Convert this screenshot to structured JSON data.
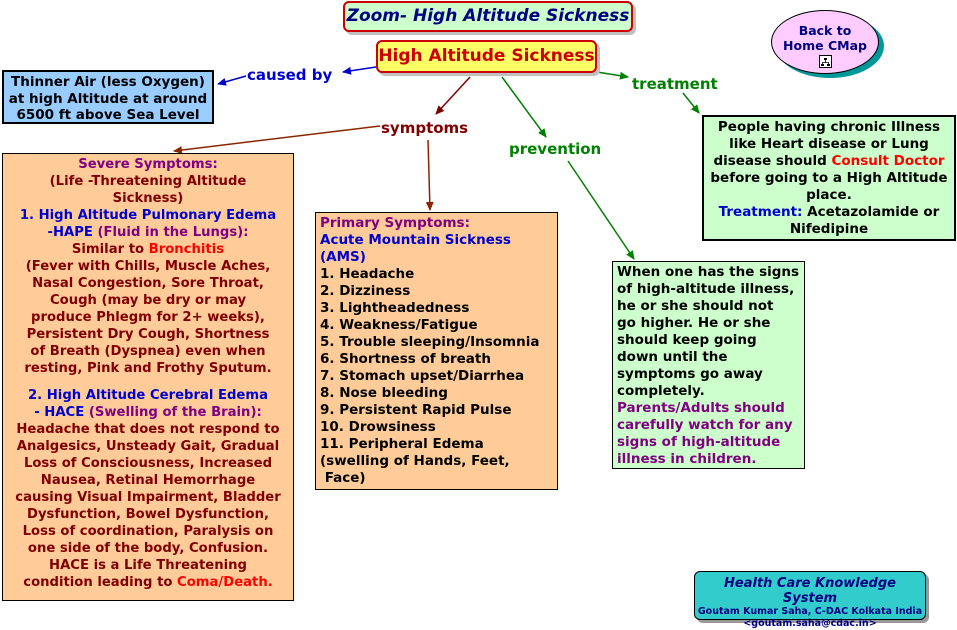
{
  "title": "Zoom- High Altitude Sickness",
  "back_button": {
    "line1": "Back to",
    "line2": "Home CMap"
  },
  "main_node": "High Altitude Sickness",
  "links": {
    "caused_by": "caused by",
    "symptoms": "symptoms",
    "prevention": "prevention",
    "treatment": "treatment"
  },
  "cause_box": {
    "lines": [
      "Thinner Air (less Oxygen)",
      "at high Altitude at around",
      "6500 ft above Sea Level"
    ]
  },
  "severe": {
    "h1": "Severe Symptoms:",
    "h2": "(Life -Threatening Altitude",
    "h3": "Sickness)",
    "hape_title1": "1. High Altitude Pulmonary Edema",
    "hape_title2": "-HAPE",
    "hape_paren": "(Fluid in the Lungs):",
    "similar_to": "Similar to",
    "bronchitis": "Bronchitis",
    "hape_lines": [
      "(Fever with Chills, Muscle Aches,",
      "Nasal Congestion, Sore Throat,",
      "Cough (may be dry or may",
      "produce Phlegm for 2+ weeks),",
      "Persistent Dry Cough, Shortness",
      "of Breath (Dyspnea) even when",
      "resting, Pink and Frothy Sputum."
    ],
    "hace_title1": "2. High Altitude Cerebral Edema",
    "hace_title2": "- HACE",
    "hace_paren": "(Swelling of the Brain):",
    "hace_lines": [
      "Headache that does not respond to",
      "Analgesics, Unsteady Gait, Gradual",
      "Loss of Consciousness, Increased",
      "Nausea, Retinal Hemorrhage",
      "causing Visual Impairment, Bladder",
      "Dysfunction, Bowel Dysfunction,",
      "Loss of coordination, Paralysis on",
      "one side of the body, Confusion.",
      "HACE is a Life Threatening"
    ],
    "last_prefix": "condition leading to",
    "last_red": "Coma/Death."
  },
  "primary": {
    "h1": "Primary Symptoms:",
    "h2": "Acute Mountain Sickness",
    "h3": "(AMS)",
    "items": [
      "1. Headache",
      "2. Dizziness",
      "3. Lightheadedness",
      "4. Weakness/Fatigue",
      "5. Trouble sleeping/Insomnia",
      "6. Shortness of breath",
      "7. Stomach upset/Diarrhea",
      "8. Nose bleeding",
      "9. Persistent Rapid Pulse",
      "10. Drowsiness",
      "11. Peripheral Edema",
      "(swelling of Hands, Feet,",
      " Face)"
    ]
  },
  "prevention_box": {
    "lines": [
      "When one has the signs",
      "of high-altitude illness,",
      "he or she should not",
      "go higher. He or she",
      "should keep going",
      "down until the",
      "symptoms go away",
      "completely."
    ],
    "purple_lines": [
      "Parents/Adults should",
      "carefully watch for any",
      "signs of high-altitude",
      "illness in children."
    ]
  },
  "treatment_box": {
    "l1": "People having chronic Illness",
    "l2": "like Heart disease or Lung",
    "l3_prefix": "disease should",
    "l3_red": "Consult Doctor",
    "l4": "before going to a High Altitude",
    "l5": "place.",
    "l6_label": "Treatment:",
    "l6_rest": "Acetazolamide or",
    "l7": "Nifedipine"
  },
  "footer": {
    "title": "Health Care Knowledge System",
    "line2": "Goutam Kumar Saha, C-DAC Kolkata India",
    "line3": "<goutam.saha@cdac.in>"
  }
}
